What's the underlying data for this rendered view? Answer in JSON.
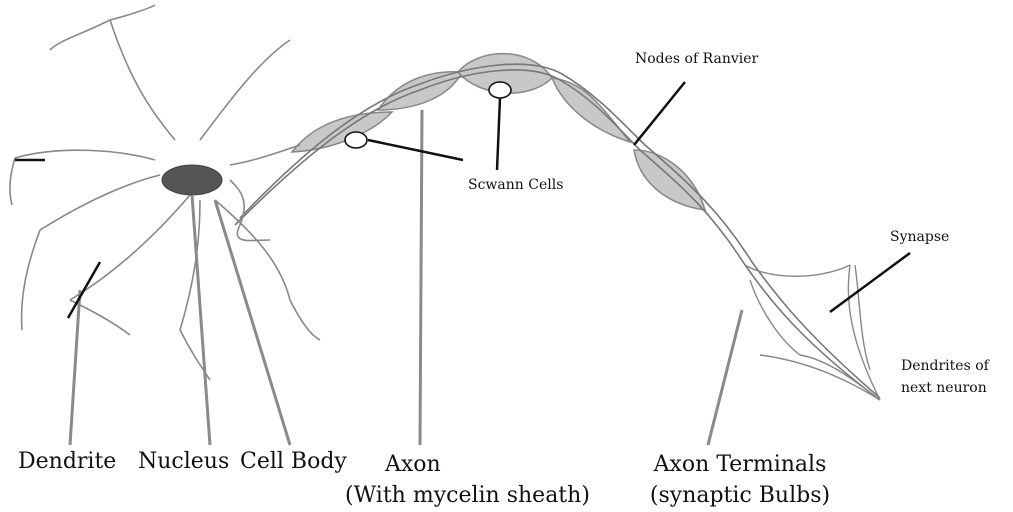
{
  "labels": {
    "dendrite": "Dendrite",
    "nucleus": "Nucleus",
    "cell_body": "Cell Body",
    "axon_line1": "Axon",
    "axon_line2": "(With mycelin sheath)",
    "axon_terminals_line1": "Axon Terminals",
    "axon_terminals_line2": "(synaptic Bulbs)",
    "schwann_cells": "Scwann Cells",
    "nodes_of_ranvier": "Nodes of Ranvier",
    "synapse": "Synapse",
    "dendrites_next_line1": "Dendrites of",
    "dendrites_next_line2": "next neuron"
  }
}
